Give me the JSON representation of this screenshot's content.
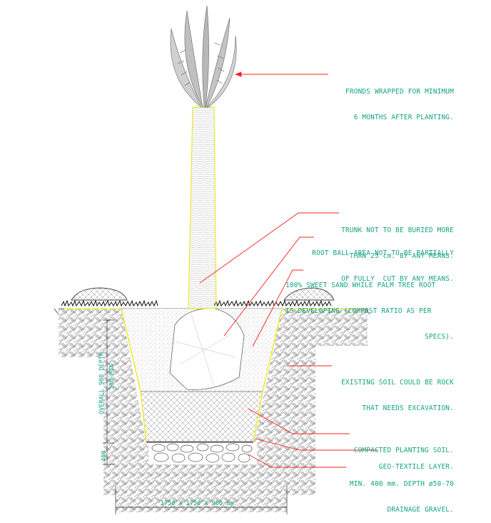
{
  "notes": {
    "fronds": [
      "FRONDS WRAPPED FOR MINIMUM",
      "6 MONTHS AFTER PLANTING."
    ],
    "trunk": [
      "TRUNK NOT TO BE BURIED MORE",
      "THAN 25 cm. BY ANY MEANS."
    ],
    "root_ball": [
      "ROOT BALL AREA NOT TO BE PARTIALLY",
      "OF FULLY  CUT BY ANY MEANS."
    ],
    "sweet_sand": [
      "100% SWEET SAND WHILE PALM TREE ROOT",
      "IS DEVELOPING (COMPOST RATIO AS PER",
      "SPECS)."
    ],
    "existing_soil": [
      "EXISTING SOIL COULD BE ROCK",
      "THAT NEEDS EXCAVATION."
    ],
    "compacted_soil": [
      "COMPACTED PLANTING SOIL."
    ],
    "geo_textile": [
      "GEO-TEXTILE LAYER."
    ],
    "drainage": [
      "MIN. 400 mm. DEPTH ø50-70",
      "DRAINAGE GRAVEL."
    ]
  },
  "dimensions": {
    "bottom": "1750 X 1750 X 900 mm.",
    "overall": "OVERALL 900 DEPTH",
    "rootball_depth": "500 MIN",
    "gravel_depth": "400"
  },
  "colors": {
    "leader": "#ff2020",
    "text": "#14a37f",
    "outline": "#e8e800",
    "hatch": "#8a8a8a"
  }
}
